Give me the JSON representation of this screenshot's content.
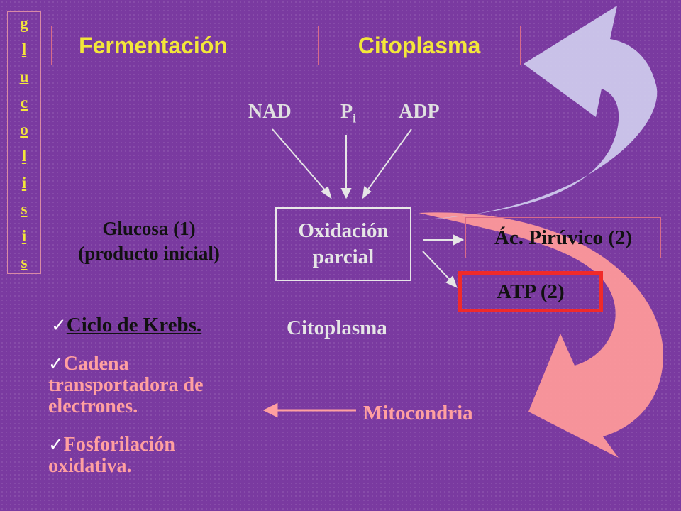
{
  "vertical_word": [
    "g",
    "l",
    "u",
    "c",
    "o",
    "l",
    "i",
    "s",
    "i",
    "s"
  ],
  "title_left": "Fermentación",
  "title_right": "Citoplasma",
  "reactants": {
    "nad": "NAD",
    "pi_main": "P",
    "pi_sub": "i",
    "adp": "ADP"
  },
  "process": {
    "line1": "Oxidación",
    "line2": "parcial"
  },
  "substrate": {
    "line1": "Glucosa (1)",
    "line2": "(producto inicial)"
  },
  "products": {
    "pyruvate": "Ác. Pirúvico (2)",
    "atp": "ATP (2)"
  },
  "location": "Citoplasma",
  "mitochondria": "Mitocondria",
  "aerobic_steps": {
    "check": "✓",
    "krebs": "Ciclo de Krebs.",
    "chain": "Cadena transportadora de electrones.",
    "oxphos": "Fosforilación oxidativa."
  },
  "colors": {
    "background": "#7a3aa0",
    "title_text": "#f3e63a",
    "upper_arrow": "#cfcdee",
    "lower_arrow": "#ff9a9a",
    "atp_border": "#f02a2a"
  }
}
